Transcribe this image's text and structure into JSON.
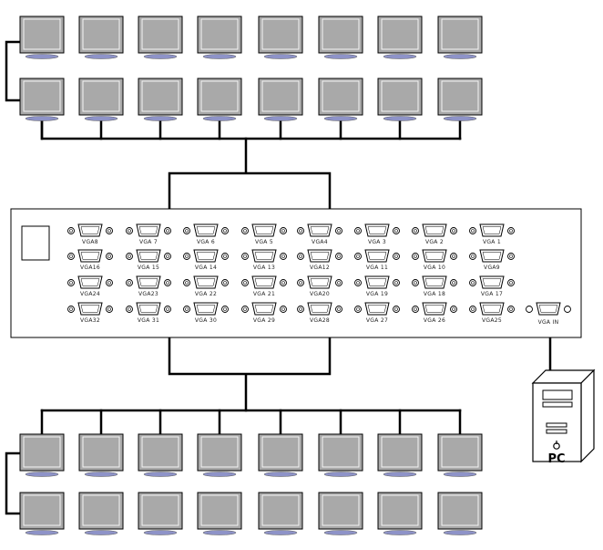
{
  "diagram": {
    "splitter": {
      "ports": [
        [
          "VGA8",
          "VGA 7",
          "VGA 6",
          "VGA 5",
          "VGA4",
          "VGA 3",
          "VGA 2",
          "VGA 1"
        ],
        [
          "VGA16",
          "VGA 15",
          "VGA 14",
          "VGA 13",
          "VGA12",
          "VGA 11",
          "VGA 10",
          "VGA9"
        ],
        [
          "VGA24",
          "VGA23",
          "VGA 22",
          "VGA 21",
          "VGA20",
          "VGA 19",
          "VGA 18",
          "VGA 17"
        ],
        [
          "VGA32",
          "VGA 31",
          "VGA 30",
          "VGA 29",
          "VGA28",
          "VGA 27",
          "VGA 26",
          "VGA25"
        ]
      ],
      "input_label": "VGA IN"
    },
    "pc": {
      "label": "PC"
    },
    "monitors": {
      "top_rows": 2,
      "bottom_rows": 2,
      "per_row": 8
    },
    "colors": {
      "screen": "#a9a9a9",
      "stand": "#8e93c8",
      "line": "#000000"
    }
  }
}
